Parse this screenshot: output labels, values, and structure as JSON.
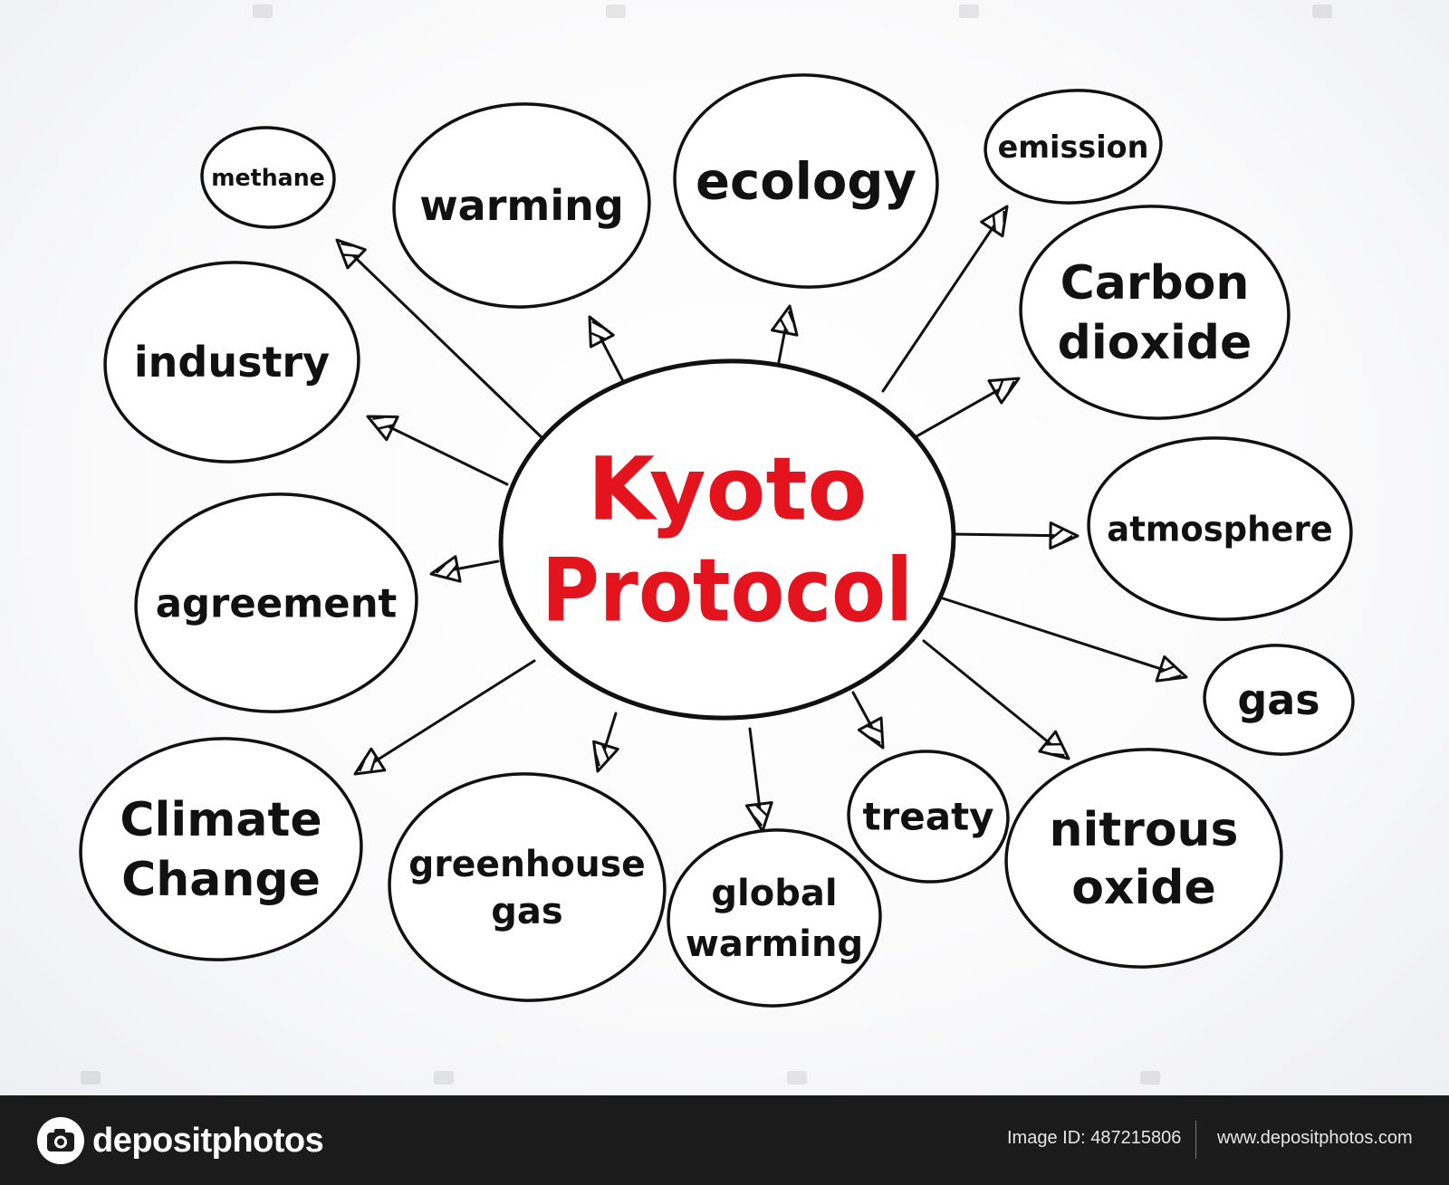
{
  "center": {
    "lines": [
      "Kyoto",
      "Protocol"
    ],
    "color": "#e4141e"
  },
  "nodes": [
    {
      "id": "methane",
      "lines": [
        "methane"
      ]
    },
    {
      "id": "warming",
      "lines": [
        "warming"
      ]
    },
    {
      "id": "ecology",
      "lines": [
        "ecology"
      ]
    },
    {
      "id": "emission",
      "lines": [
        "emission"
      ]
    },
    {
      "id": "carbon-dioxide",
      "lines": [
        "Carbon",
        "dioxide"
      ]
    },
    {
      "id": "industry",
      "lines": [
        "industry"
      ]
    },
    {
      "id": "atmosphere",
      "lines": [
        "atmosphere"
      ]
    },
    {
      "id": "agreement",
      "lines": [
        "agreement"
      ]
    },
    {
      "id": "gas",
      "lines": [
        "gas"
      ]
    },
    {
      "id": "climate-change",
      "lines": [
        "Climate",
        "Change"
      ]
    },
    {
      "id": "greenhouse-gas",
      "lines": [
        "greenhouse",
        "gas"
      ]
    },
    {
      "id": "global-warming",
      "lines": [
        "global",
        "warming"
      ]
    },
    {
      "id": "treaty",
      "lines": [
        "treaty"
      ]
    },
    {
      "id": "nitrous-oxide",
      "lines": [
        "nitrous",
        "oxide"
      ]
    }
  ],
  "footer": {
    "brand": "depositphotos",
    "image_id": "Image ID: 487215806",
    "url": "www.depositphotos.com"
  },
  "colors": {
    "ink": "#111111",
    "footer_bg": "#1b1b1b"
  }
}
